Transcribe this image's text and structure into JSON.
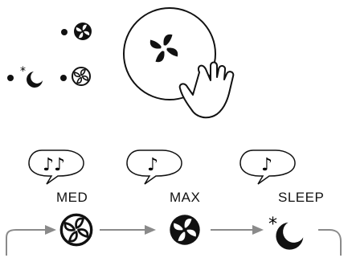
{
  "modes": [
    {
      "label": "MED",
      "beeps": 2,
      "icon": "fan-outline-icon"
    },
    {
      "label": "MAX",
      "beeps": 1,
      "icon": "fan-solid-icon"
    },
    {
      "label": "SLEEP",
      "beeps": 1,
      "icon": "sleep-moon-icon"
    }
  ],
  "icons": {
    "main_button": "fan-button-icon",
    "hand": "pointing-hand-icon",
    "note": "music-note-icon",
    "arrow": "arrow-right-icon",
    "loop": "return-loop-icon"
  },
  "colors": {
    "ink": "#111111",
    "arrow": "#8a8a8a",
    "background": "#ffffff"
  }
}
